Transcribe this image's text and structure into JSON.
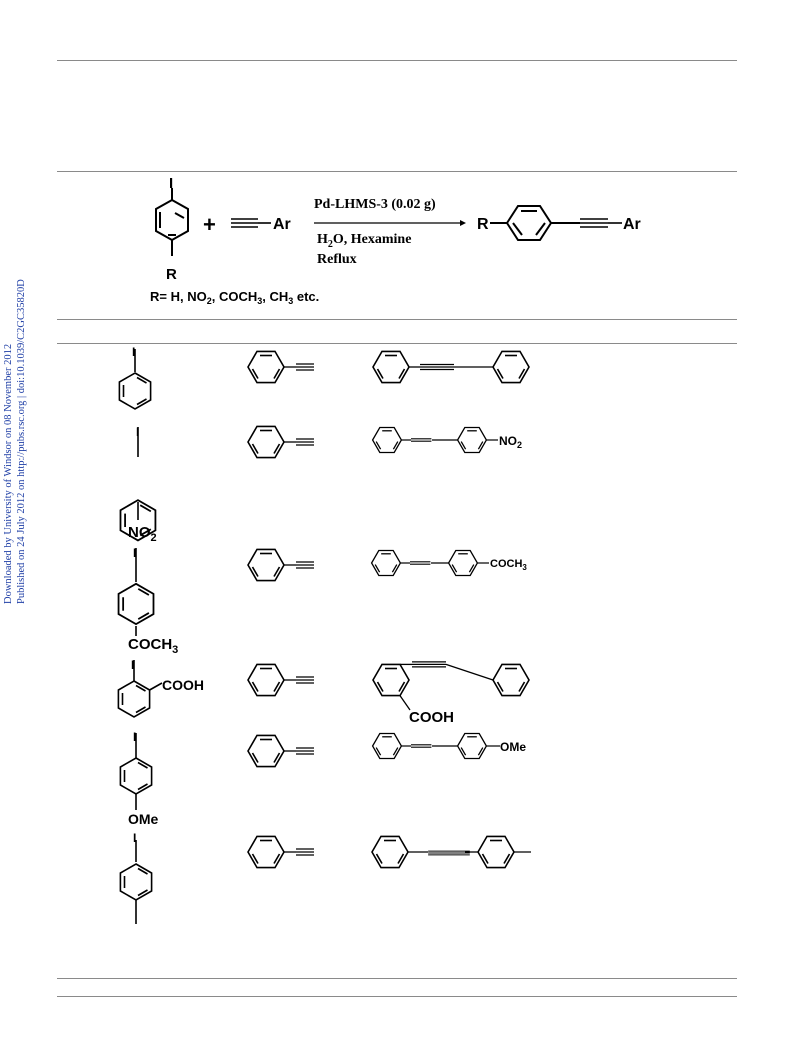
{
  "side_note": {
    "line1": "Downloaded by University of Windsor on 08 November 2012",
    "line2": "Published on 24 July 2012 on http://pubs.rsc.org | doi:10.1039/C2GC35820D",
    "color": "#1f3fa6"
  },
  "scheme": {
    "substrate_r": "R",
    "substrate_i": "I",
    "plus": "+",
    "alkyne_ar": "Ar",
    "catalyst": "Pd-LHMS-3 (0.02 g)",
    "cond_h": "H",
    "cond_sub": "2",
    "cond_rest": "O, Hexamine",
    "cond_reflux": "Reflux",
    "product_r": "R",
    "product_ar": "Ar",
    "r_def_start": "R= H, NO",
    "r_def_s1": "2",
    "r_def_mid1": ", COCH",
    "r_def_s2": "3",
    "r_def_mid2": ", CH",
    "r_def_s3": "3",
    "r_def_end": " etc."
  },
  "rows": {
    "r1_i": "I",
    "r2_i": "I",
    "r2_sub_start": "NO",
    "r2_sub_s": "2",
    "r2_prod_start": "NO",
    "r2_prod_s": "2",
    "r3_i": "I",
    "r3_sub_start": "COCH",
    "r3_sub_s": "3",
    "r3_prod_start": "COCH",
    "r3_prod_s": "3",
    "r4_i": "I",
    "r4_sub": "COOH",
    "r4_prod": "COOH",
    "r5_i": "I",
    "r5_sub": "OMe",
    "r5_prod": "OMe",
    "r6_i": "I"
  }
}
